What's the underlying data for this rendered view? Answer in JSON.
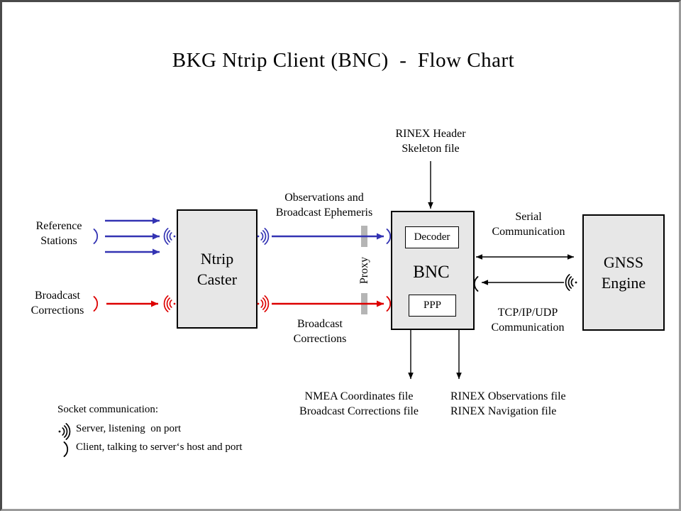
{
  "title": "BKG Ntrip Client (BNC)  -  Flow Chart",
  "nodes": {
    "ntrip_caster": "Ntrip\nCaster",
    "bnc": "BNC",
    "decoder": "Decoder",
    "ppp": "PPP",
    "gnss_engine": "GNSS\nEngine"
  },
  "labels": {
    "reference_stations": "Reference\nStations",
    "broadcast_corrections_input": "Broadcast\nCorrections",
    "observations_ephemeris": "Observations and\nBroadcast Ephemeris",
    "broadcast_corrections_stream": "Broadcast\nCorrections",
    "rinex_header_skeleton": "RINEX Header\nSkeleton file",
    "serial_communication": "Serial\nCommunication",
    "tcp_communication": "TCP/IP/UDP\nCommunication",
    "proxy": "Proxy",
    "nmea_outputs": "NMEA Coordinates file\nBroadcast Corrections file",
    "rinex_outputs": "RINEX Observations file\nRINEX Navigation file"
  },
  "legend": {
    "heading": "Socket communication:",
    "server_item": "Server, listening  on port",
    "client_item": "Client, talking to server‘s host and port"
  },
  "icons": {
    "server_listening": "radio-waves-icon",
    "client_talking": "single-arc-icon"
  },
  "colors": {
    "reference_stream": "#3333b3",
    "corrections_stream": "#dd0000",
    "line_black": "#000000",
    "box_fill": "#e7e7e7",
    "proxy_bar": "#b5b5b5"
  }
}
